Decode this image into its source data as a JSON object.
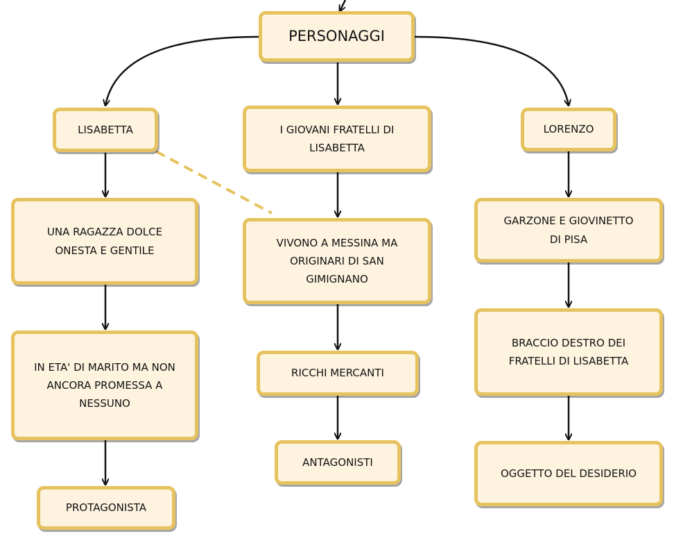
{
  "colors": {
    "node_fill": "#fdf3df",
    "node_border": "#e6c35f",
    "arrow": "#111111",
    "dashed_link": "#e6c35f"
  },
  "nodes": {
    "root": "PERSONAGGI",
    "lisabetta": "LISABETTA",
    "fratelli": "I GIOVANI FRATELLI DI\nLISABETTA",
    "lorenzo": "LORENZO",
    "ragazza": "UNA RAGAZZA DOLCE\nONESTA E GENTILE",
    "marito": "IN ETA' DI MARITO MA NON\nANCORA PROMESSA A\nNESSUNO",
    "protagonista": "PROTAGONISTA",
    "messina": "VIVONO A MESSINA MA\nORIGINARI DI SAN\nGIMIGNANO",
    "mercanti": "RICCHI MERCANTI",
    "antagonisti": "ANTAGONISTI",
    "garzone": "GARZONE E GIOVINETTO\nDI PISA",
    "braccio": "BRACCIO DESTRO DEI\nFRATELLI DI LISABETTA",
    "oggetto": "OGGETTO DEL DESIDERIO"
  }
}
